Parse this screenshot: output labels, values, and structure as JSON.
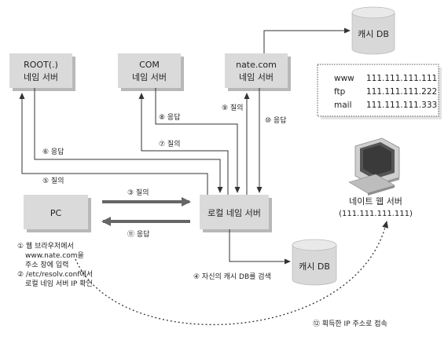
{
  "nodes": {
    "root": {
      "line1": "ROOT(.)",
      "line2": "네임 서버"
    },
    "com": {
      "line1": "COM",
      "line2": "네임 서버"
    },
    "nate": {
      "line1": "nate.com",
      "line2": "네임 서버"
    },
    "pc": {
      "label": "PC"
    },
    "local": {
      "label": "로컬 네임 서버"
    },
    "cache_top": {
      "label": "캐시 DB"
    },
    "cache_bottom": {
      "label": "캐시 DB"
    },
    "web": {
      "line1": "네이트 웹 서버",
      "line2": "(111.111.111.111)"
    }
  },
  "cache_records": [
    {
      "host": "www",
      "ip": "111.111.111.111"
    },
    {
      "host": "ftp",
      "ip": "111.111.111.222"
    },
    {
      "host": "mail",
      "ip": "111.111.111.333"
    }
  ],
  "steps": {
    "s1_line1": "① 웹 브라우저에서",
    "s1_line2": "www.nate.com을",
    "s1_line3": "주소 창에 입력",
    "s2_line1": "② /etc/resolv.conf에서",
    "s2_line2": "로컬 네임 서버 IP 확인",
    "s3": "③ 질의",
    "s4": "④ 자신의 캐시 DB를 검색",
    "s5": "⑤ 질의",
    "s6": "⑥ 응답",
    "s7": "⑦ 질의",
    "s8": "⑧ 응답",
    "s9": "⑨ 질의",
    "s10": "⑩ 응답",
    "s11": "⑪ 응답",
    "s12": "⑫ 획득한 IP 주소로 접속"
  },
  "colors": {
    "box_fill": "#dadada",
    "box_shadow": "#b8b8b8",
    "line": "#333333",
    "thick_arrow": "#666666",
    "cache_fill": "#d8d8d8",
    "cache_top": "#e9e9e9"
  }
}
